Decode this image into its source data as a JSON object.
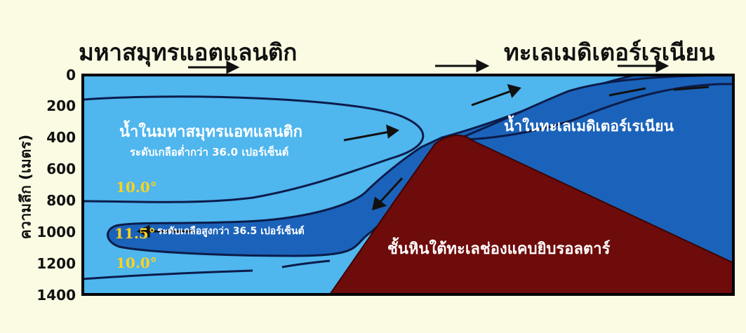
{
  "regions": {
    "atlantic_title": "มหาสมุทรแอตแลนติก",
    "mediterranean_title": "ทะเลเมดิเตอร์เรเนียน"
  },
  "y_axis": {
    "title": "ความลึก (เมตร)",
    "ticks": [
      "0",
      "200",
      "400",
      "600",
      "800",
      "1000",
      "1200",
      "1400"
    ]
  },
  "labels": {
    "atlantic_water": "น้ำในมหาสมุทรแอทแลนติก",
    "atlantic_salinity": "ระดับเกลือต่ำกว่า 36.0 เปอร์เซ็นต์",
    "mediterranean_water": "น้ำในทะเลเมดิเตอร์เรเนียน",
    "outflow_salinity": "ระดับเกลือสูงกว่า 36.5 เปอร์เซ็นต์",
    "sill": "ชั้นหินใต้ทะเลช่องแคบยิบรอลตาร์"
  },
  "temperatures": {
    "t_upper": "10.0°",
    "t_core": "11.5°",
    "t_lower": "10.0°"
  },
  "colors": {
    "background": "#fbfbe3",
    "atlantic_light": "#4fb6ee",
    "mediterranean_dark": "#1b63ba",
    "rock": "#6e0b0b",
    "temperature_text": "#ffd21f"
  }
}
